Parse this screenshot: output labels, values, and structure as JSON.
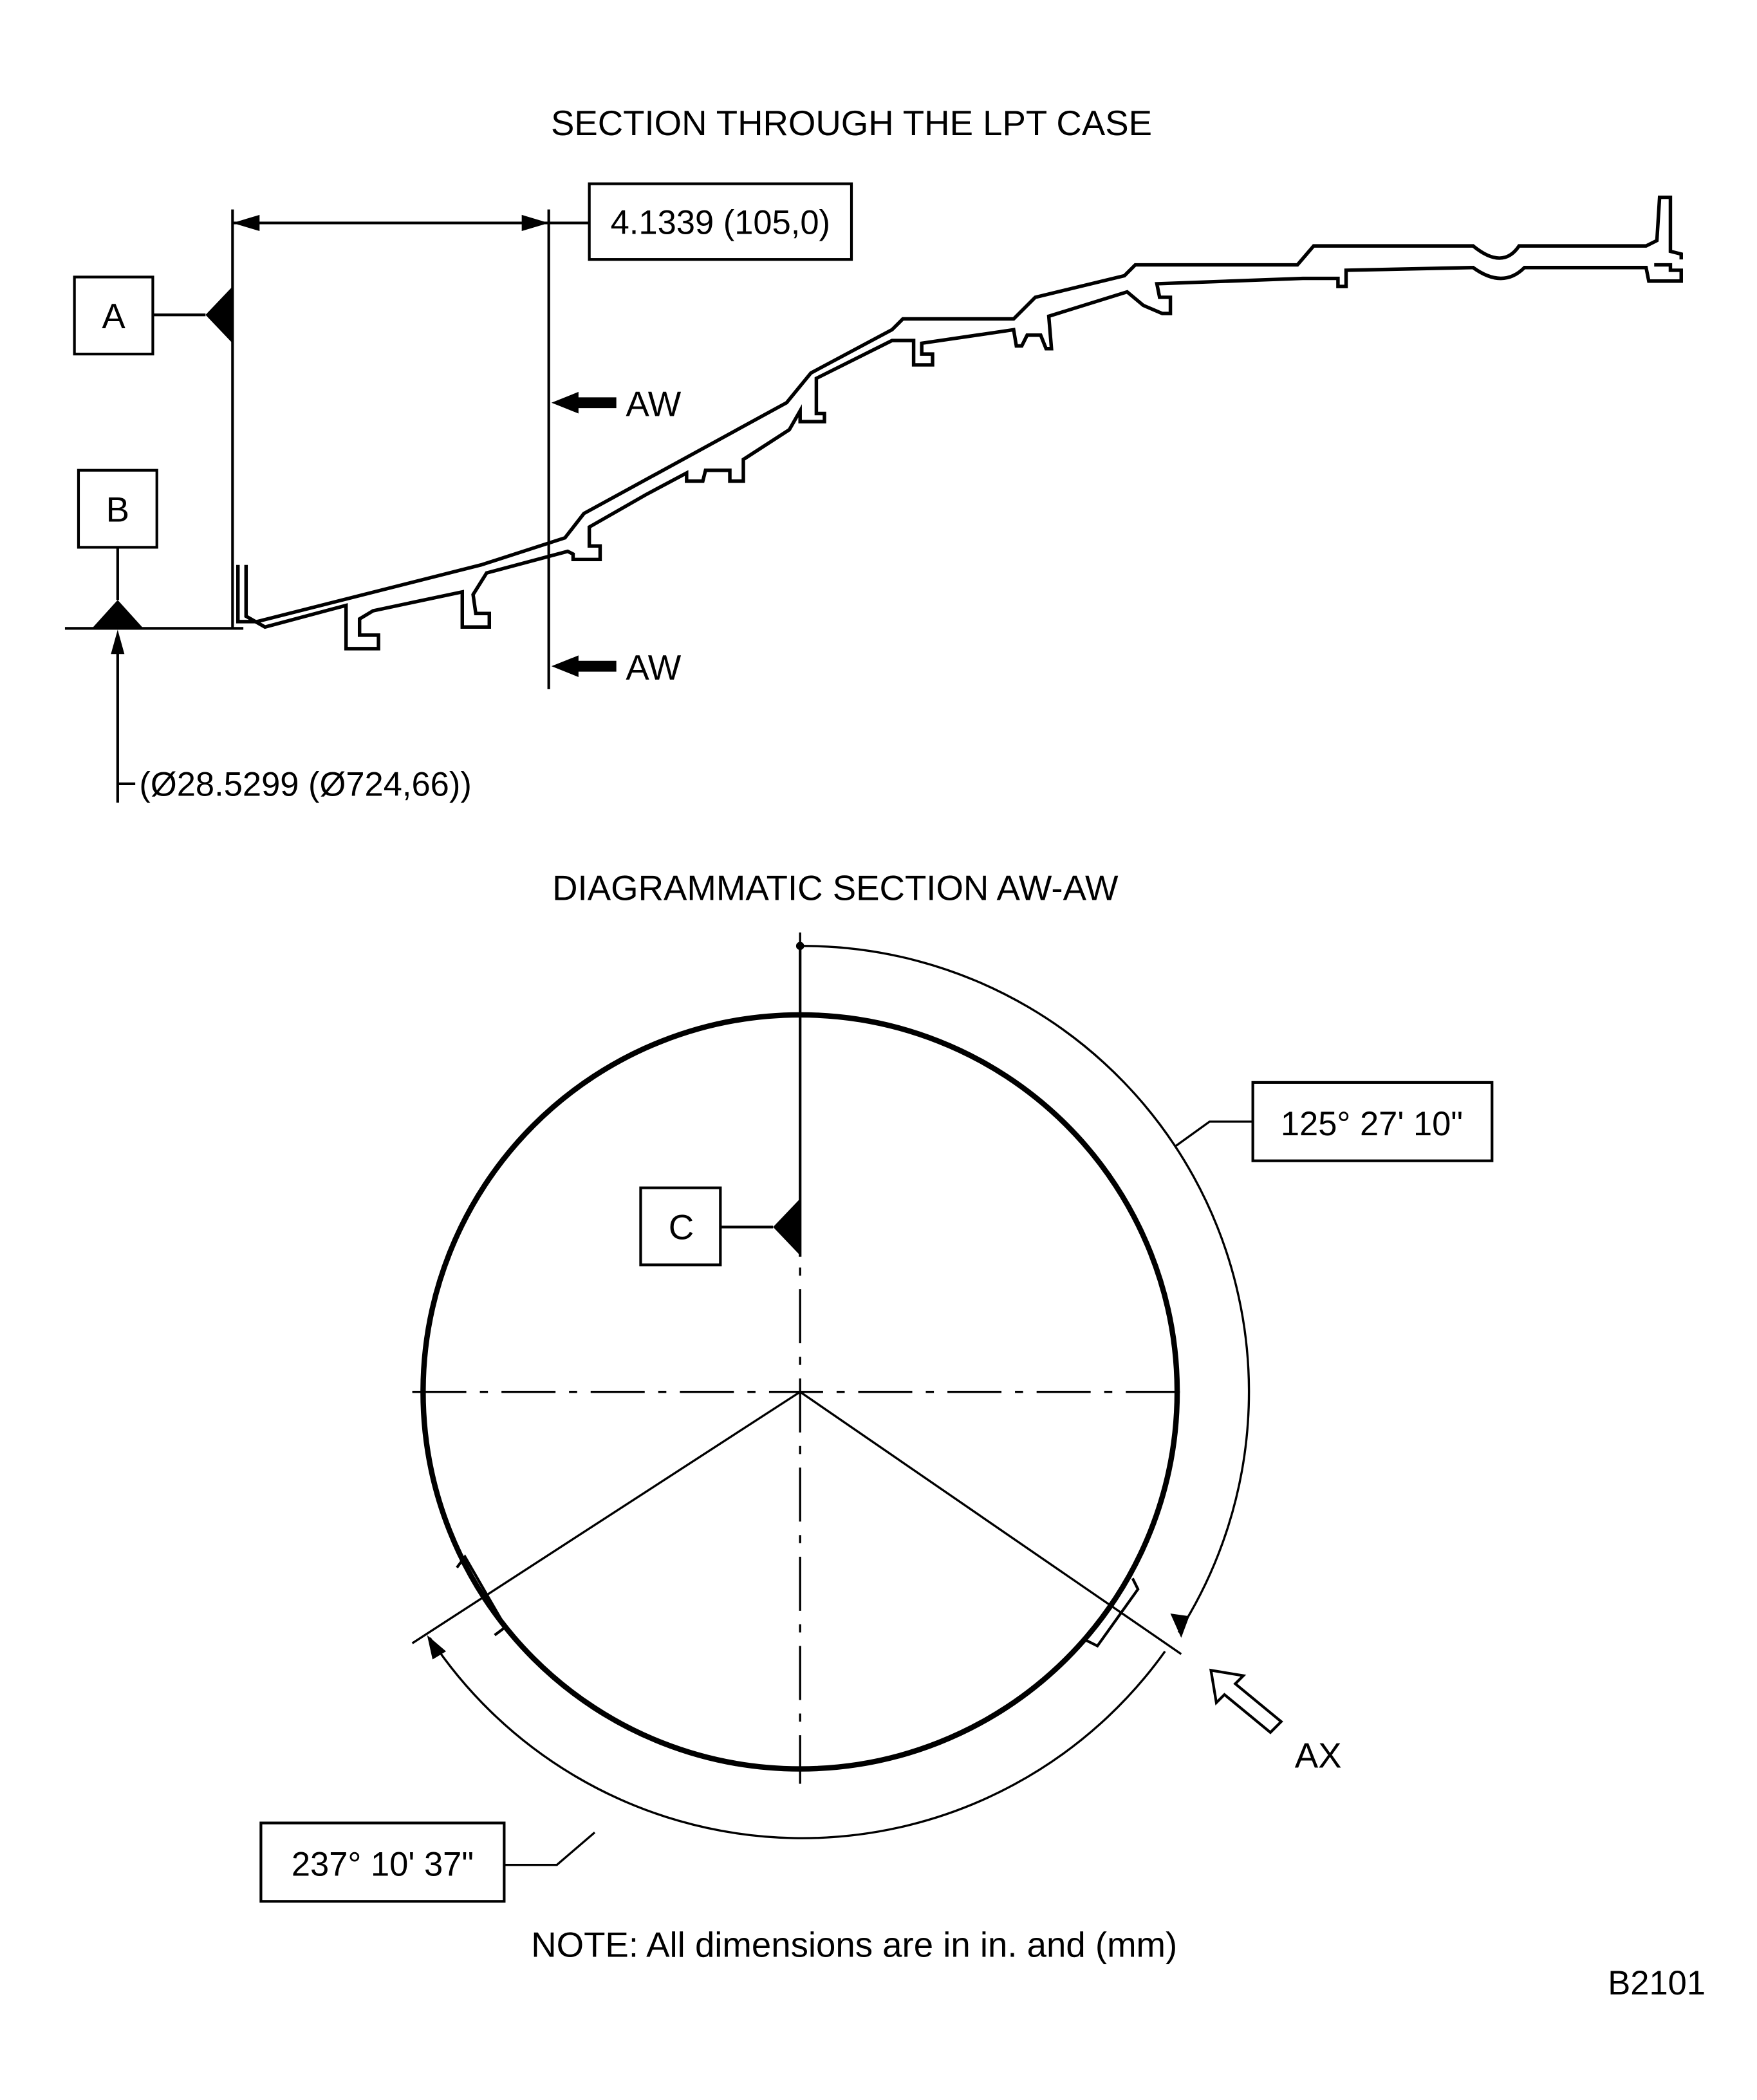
{
  "section_top": {
    "title": "SECTION THROUGH THE LPT CASE",
    "dimension_label": "4.1339 (105,0)",
    "datum_a": "A",
    "datum_b": "B",
    "section_marker_upper": "AW",
    "section_marker_lower": "AW",
    "diameter_label": "(Ø28.5299 (Ø724,66))"
  },
  "section_bottom": {
    "title": "DIAGRAMMATIC SECTION AW-AW",
    "datum_c": "C",
    "angle_upper": "125° 27' 10\"",
    "angle_lower": "237° 10' 37\"",
    "view_arrow_label": "AX"
  },
  "footer": {
    "note": "NOTE: All dimensions are in in. and (mm)",
    "figure_id": "B2101"
  },
  "colors": {
    "ink": "#000000",
    "paper": "#ffffff"
  }
}
